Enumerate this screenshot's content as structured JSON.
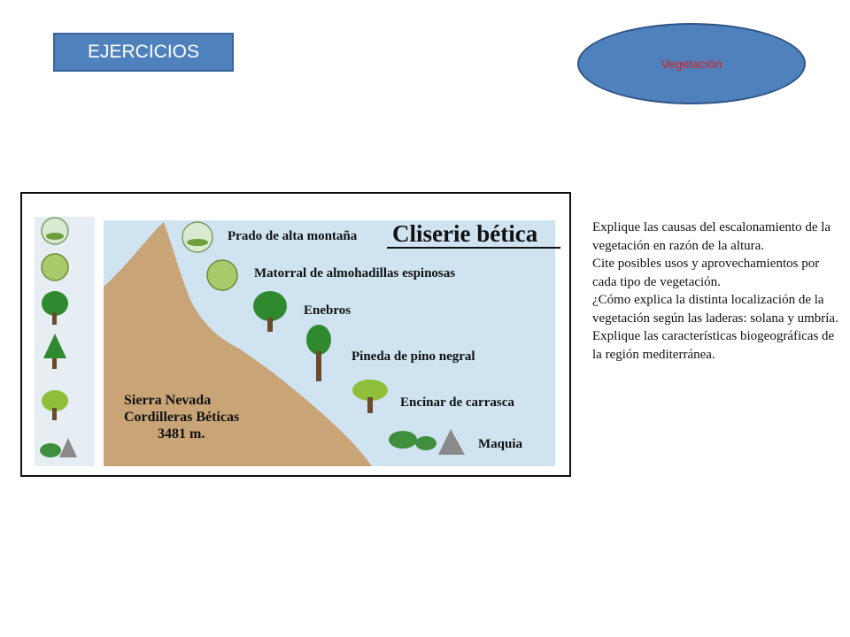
{
  "header": {
    "ejercicios_label": "EJERCICIOS",
    "vegetacion_label": "Vegetación"
  },
  "figure": {
    "title": "Cliserie bética",
    "levels": [
      "Prado de alta montaña",
      "Matorral de almohadillas espinosas",
      "Enebros",
      "Pineda de pino negral",
      "Encinar de carrasca",
      "Maquia"
    ],
    "location": {
      "line1": "Sierra Nevada",
      "line2": "Cordilleras Béticas",
      "line3": "3481 m."
    }
  },
  "questions": [
    "Explique las causas del escalonamiento de la vegetación en razón de la altura.",
    "Cite posibles usos y aprovechamientos por cada tipo de vegetación.",
    "¿Cómo explica la distinta localización de la vegetación según las laderas: solana y umbría.",
    "Explique las características biogeográficas de la región mediterránea."
  ],
  "colors": {
    "button_blue": "#4f81bd",
    "oval_text": "#d62020",
    "sky": "#cfe3f0",
    "mountain": "#c9a477"
  }
}
